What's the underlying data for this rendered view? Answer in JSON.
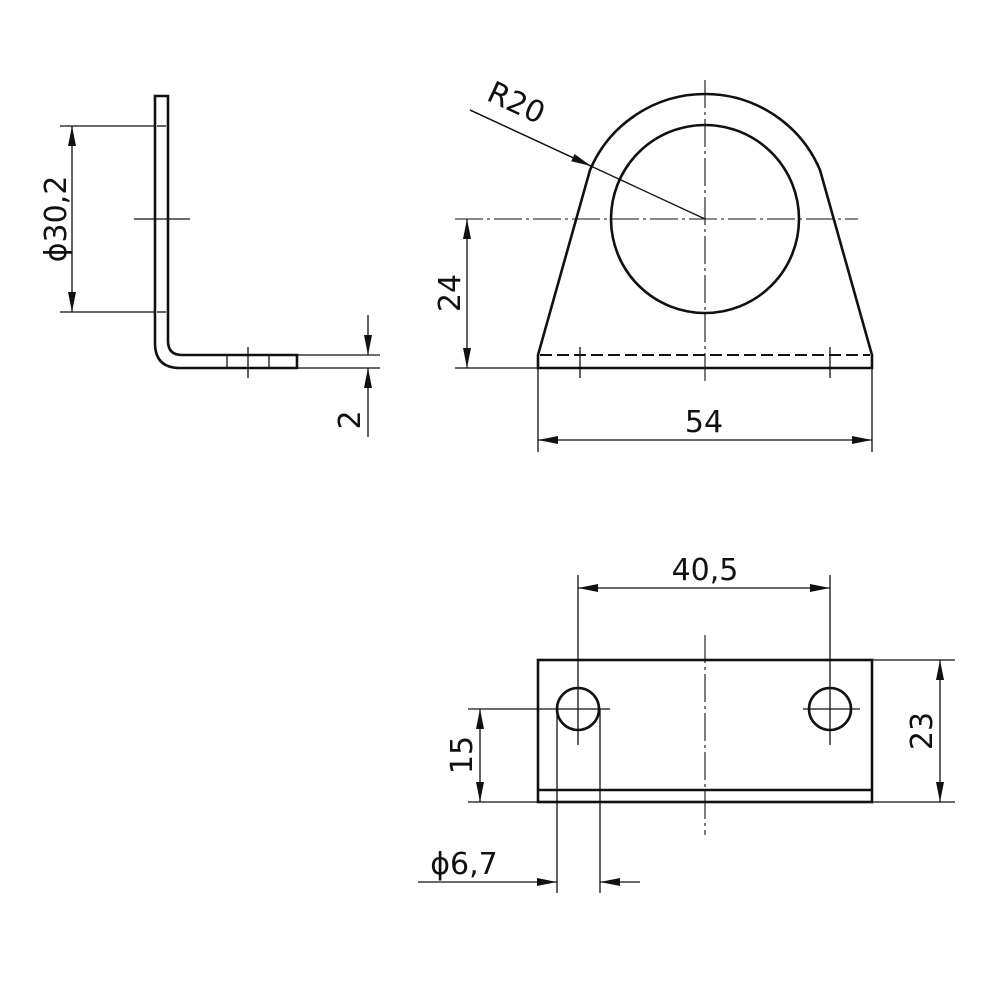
{
  "drawing": {
    "views": [
      "side-view",
      "front-view",
      "bottom-view"
    ],
    "dimensions": {
      "bore_diameter": "ϕ30,2",
      "thickness": "2",
      "outer_radius": "R20",
      "center_height": "24",
      "overall_width": "54",
      "hole_spacing": "40,5",
      "base_depth": "23",
      "hole_offset": "15",
      "hole_diameter": "ϕ6,7"
    },
    "line_color": "#111111"
  }
}
